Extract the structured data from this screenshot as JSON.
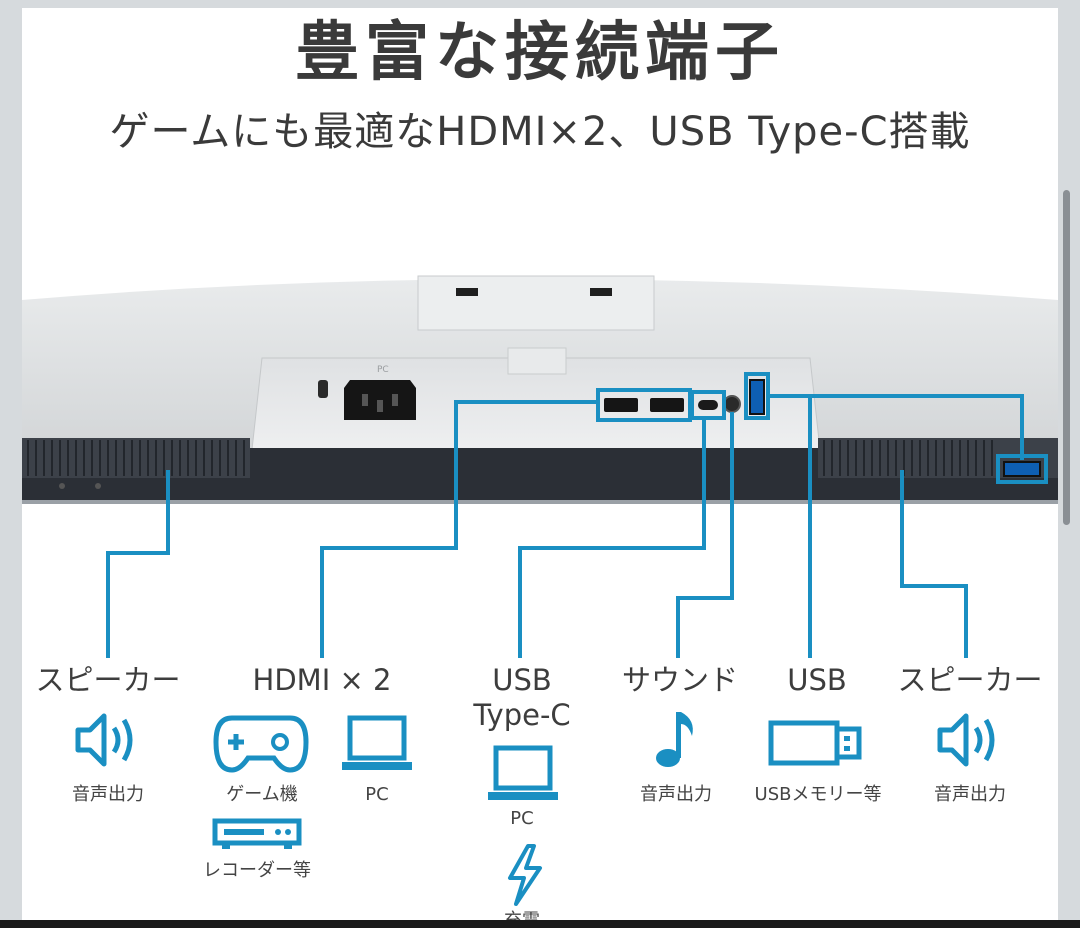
{
  "heading": {
    "title": "豊富な接続端子",
    "subtitle": "ゲームにも最適なHDMI×2、USB Type-C搭載"
  },
  "colors": {
    "accent": "#1a8fc2",
    "text": "#3d3d3d",
    "bezel": "#2b2f36"
  },
  "monitor": {
    "marks": [
      "PC"
    ]
  },
  "ports": [
    {
      "label": "スピーカー",
      "icon": "speaker-icon",
      "caption": "音声出力"
    },
    {
      "label": "HDMI × 2",
      "icon": "gamepad-icon",
      "caption": "ゲーム機",
      "extra_icon": "laptop-icon",
      "extra_caption": "PC",
      "extra2_icon": "recorder-icon",
      "extra2_caption": "レコーダー等"
    },
    {
      "label_line1": "USB",
      "label_line2": "Type-C",
      "icon": "laptop-icon",
      "caption": "PC",
      "extra_icon": "lightning-icon",
      "extra_caption": "充電"
    },
    {
      "label": "サウンド",
      "icon": "music-note-icon",
      "caption": "音声出力"
    },
    {
      "label": "USB",
      "icon": "usb-stick-icon",
      "caption": "USBメモリー等"
    },
    {
      "label": "スピーカー",
      "icon": "speaker-icon",
      "caption": "音声出力"
    }
  ]
}
